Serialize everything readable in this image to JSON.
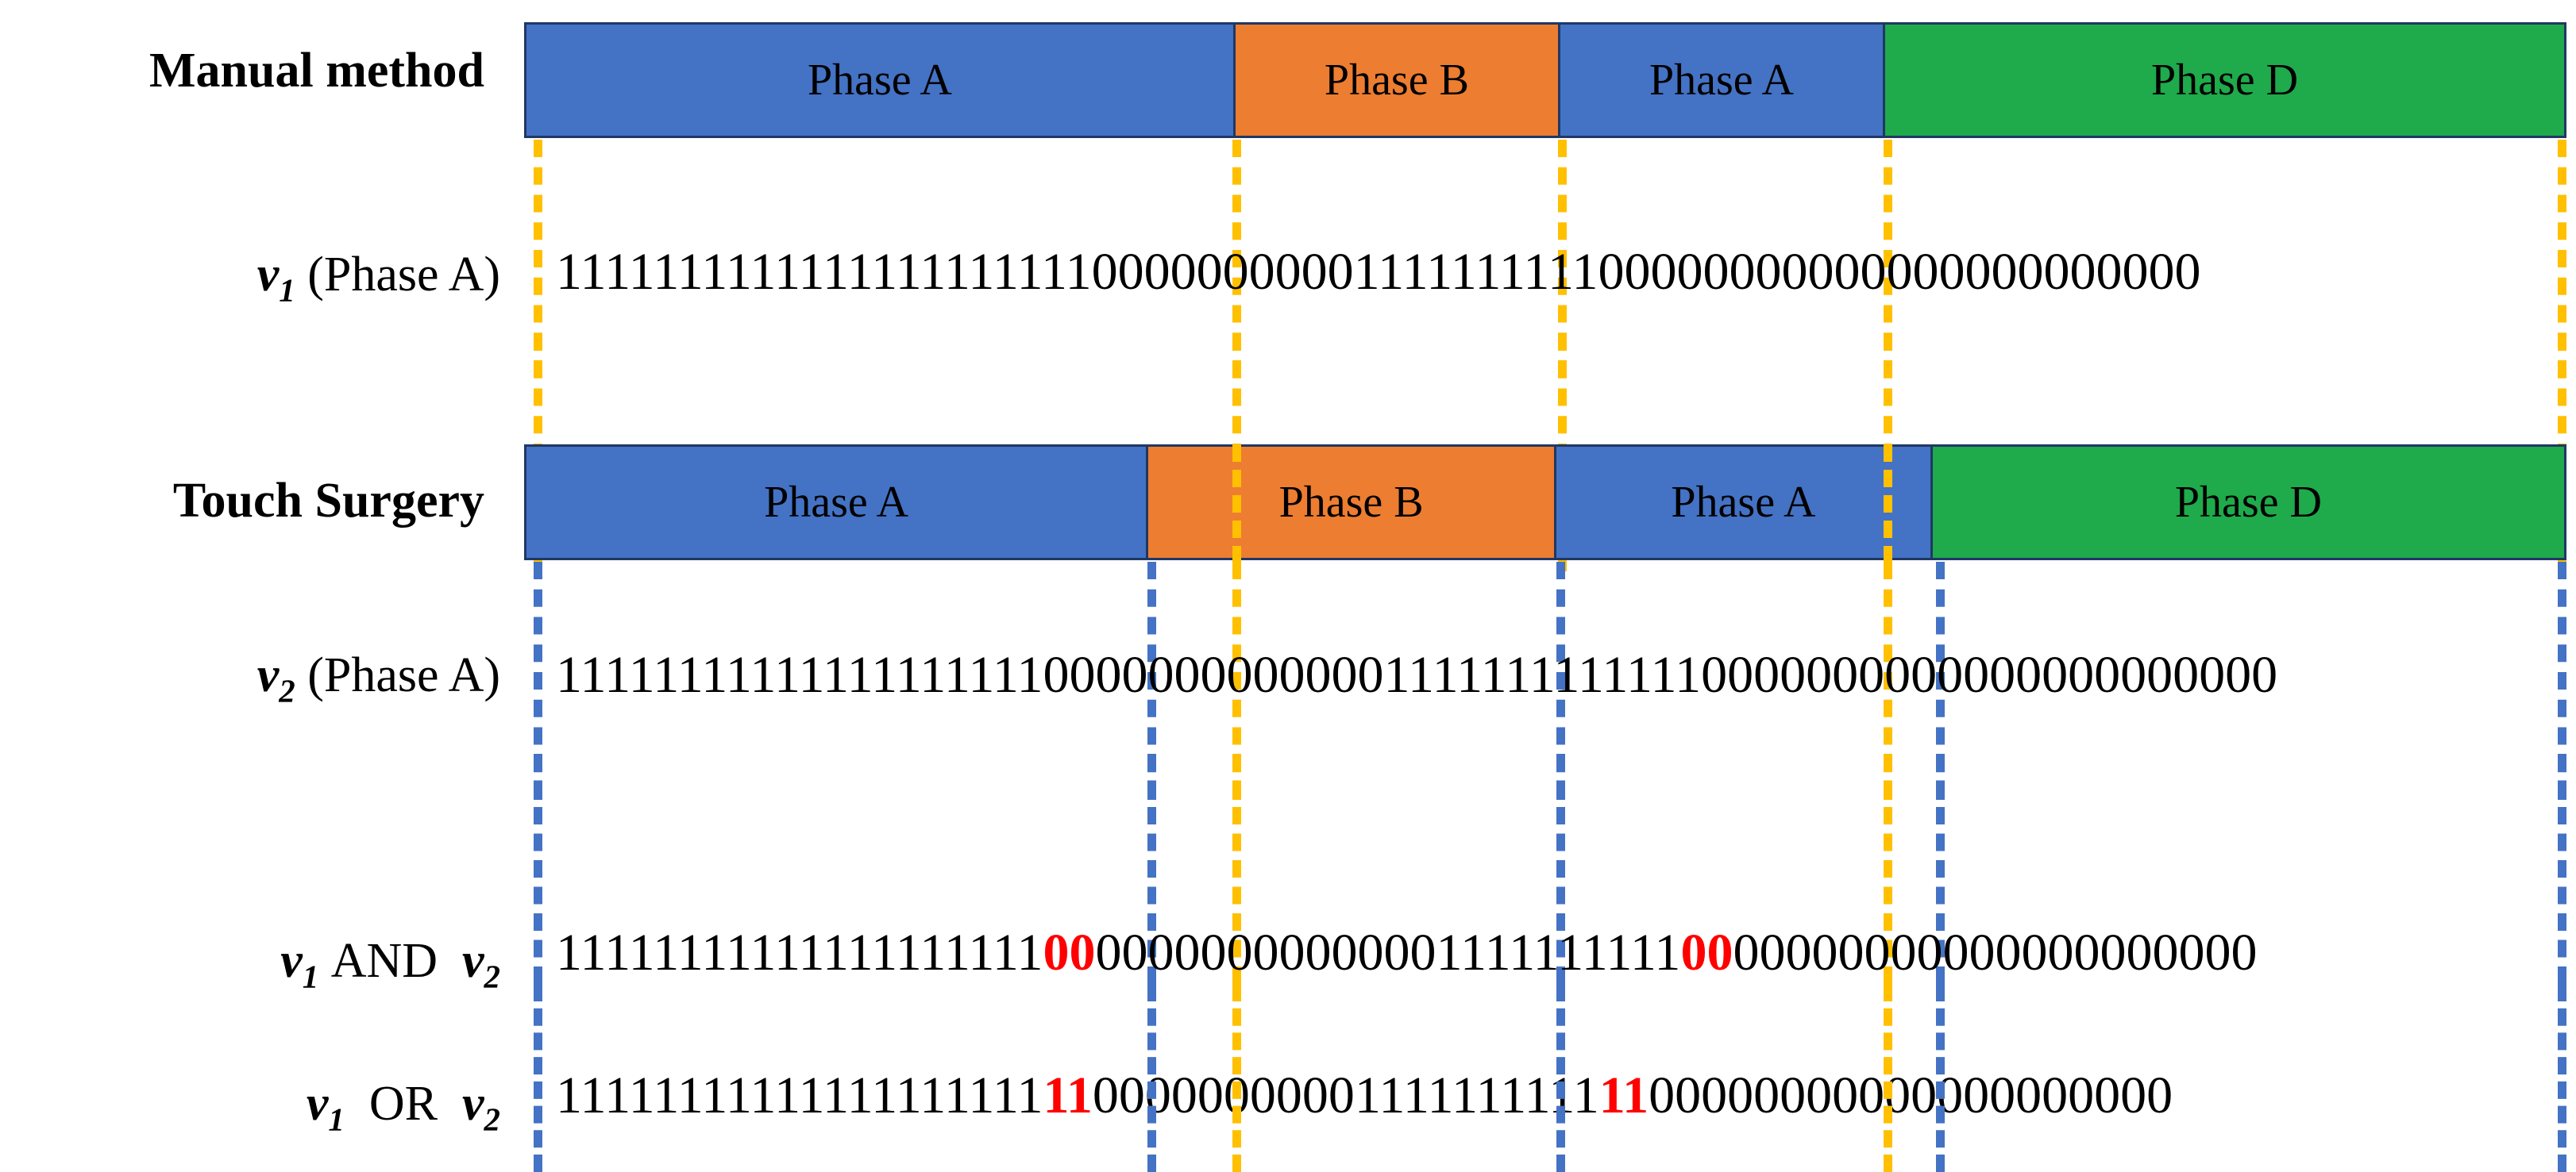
{
  "figure": {
    "background_color": "#ffffff",
    "phase_colors": {
      "Phase A": "#4472c4",
      "Phase B": "#ed7d31",
      "Phase D": "#1faa4b",
      "border": "#1f3864"
    },
    "guide_colors": {
      "manual": "#ffc000",
      "touch": "#4472c4"
    },
    "highlight_color": "#ff0000"
  },
  "rows": {
    "manual": {
      "label": "Manual method",
      "segments": [
        {
          "label": "Phase A",
          "color_key": "blue"
        },
        {
          "label": "Phase B",
          "color_key": "orange"
        },
        {
          "label": "Phase A",
          "color_key": "blue"
        },
        {
          "label": "Phase D",
          "color_key": "green"
        }
      ]
    },
    "touch": {
      "label": "Touch Surgery",
      "segments": [
        {
          "label": "Phase A",
          "color_key": "blue"
        },
        {
          "label": "Phase B",
          "color_key": "orange"
        },
        {
          "label": "Phase A",
          "color_key": "blue"
        },
        {
          "label": "Phase D",
          "color_key": "green"
        }
      ]
    }
  },
  "vectors": {
    "v1": {
      "label_var": "v",
      "label_sub": "1",
      "label_suffix": " (Phase A)",
      "bits": "11111111111111111111110000000000111111111100000000000000000000000",
      "segments": [
        {
          "value": "1",
          "count": 22,
          "phase": "Phase A"
        },
        {
          "value": "0",
          "count": 10,
          "phase": "Phase B"
        },
        {
          "value": "1",
          "count": 10,
          "phase": "Phase A"
        },
        {
          "value": "0",
          "count": 23,
          "phase": "Phase D"
        }
      ]
    },
    "v2": {
      "label_var": "v",
      "label_sub": "2",
      "label_suffix": " (Phase A)",
      "bits": "11111111111111111111000000000000011111111111110000000000000000000000",
      "segments": [
        {
          "value": "1",
          "count": 20,
          "phase": "Phase A"
        },
        {
          "value": "0",
          "count": 13,
          "phase": "Phase B"
        },
        {
          "value": "1",
          "count": 13,
          "phase": "Phase A"
        },
        {
          "value": "0",
          "count": 22,
          "phase": "Phase D"
        }
      ]
    },
    "and": {
      "label_var": "v",
      "label_sub": "1",
      "label_op": "AND",
      "label_var2": "v",
      "label_sub2": "2",
      "parts": [
        {
          "text": "11111111111111111111",
          "highlight": false
        },
        {
          "text": "00",
          "highlight": true
        },
        {
          "text": "0000000000000",
          "highlight": false
        },
        {
          "text": "1111111111",
          "highlight": false
        },
        {
          "text": "00",
          "highlight": true
        },
        {
          "text": "00000000000000000000",
          "highlight": false
        }
      ]
    },
    "or": {
      "label_var": "v",
      "label_sub": "1",
      "label_op": "OR",
      "label_var2": "v",
      "label_sub2": "2",
      "parts": [
        {
          "text": "11111111111111111111",
          "highlight": false
        },
        {
          "text": "11",
          "highlight": true
        },
        {
          "text": "0000000000",
          "highlight": false
        },
        {
          "text": "1111111111",
          "highlight": false
        },
        {
          "text": "11",
          "highlight": true
        },
        {
          "text": "00000000000000000000",
          "highlight": false
        }
      ]
    }
  }
}
